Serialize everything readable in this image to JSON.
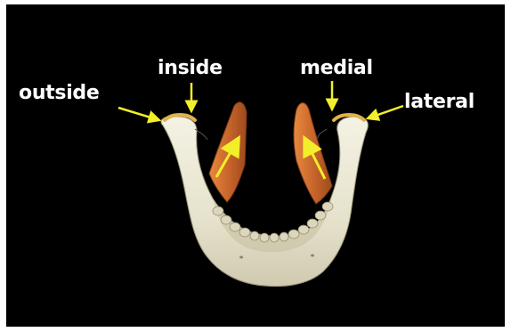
{
  "labels": {
    "outside": "outside",
    "inside": "inside",
    "medial": "medial",
    "lateral": "lateral"
  },
  "colors": {
    "background": "#000000",
    "arrow": "#f2ef2a",
    "bone": "#ece9d6",
    "muscle": "#c8652c",
    "label_text": "#ffffff"
  }
}
